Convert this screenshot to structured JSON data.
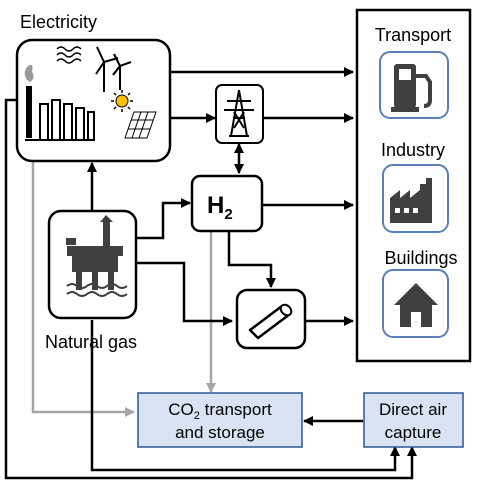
{
  "nodes": {
    "electricity": "Electricity",
    "h2_main": "H",
    "h2_sub": "2",
    "natural_gas": "Natural gas",
    "co2_line1_pre": "CO",
    "co2_line1_sub": "2",
    "co2_line1_post": " transport",
    "co2_line2": "and storage",
    "dac_line1": "Direct air",
    "dac_line2": "capture"
  },
  "sectors": {
    "transport": "Transport",
    "industry": "Industry",
    "buildings": "Buildings"
  },
  "icons": [
    "smokestack-icon",
    "factory-icon",
    "waves-icon",
    "wind-turbine-icon",
    "sun-icon",
    "solar-panel-icon",
    "power-pylon-icon",
    "oil-rig-icon",
    "pipeline-icon",
    "fuel-pump-icon",
    "factory-building-icon",
    "house-icon"
  ],
  "colors": {
    "line_black": "#000000",
    "line_gray": "#a6a6a6",
    "box_fill": "#dae3f3",
    "box_stroke": "#2f5597",
    "icon_dark": "#404040",
    "icon_frame": "#5b7fb8"
  }
}
